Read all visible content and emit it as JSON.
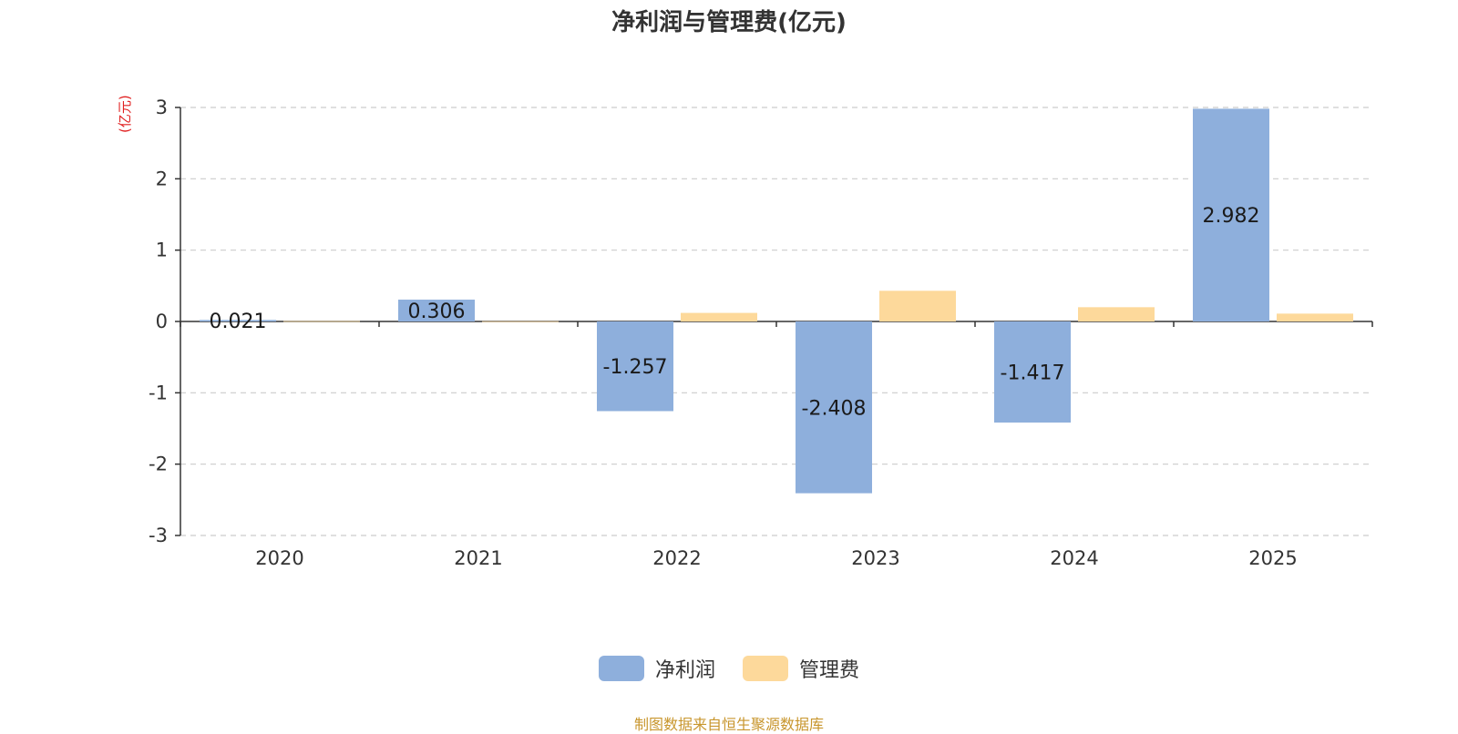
{
  "chart_data": {
    "type": "bar",
    "title": "净利润与管理费(亿元)",
    "ylabel": "(亿元)",
    "categories": [
      "2020",
      "2021",
      "2022",
      "2023",
      "2024",
      "2025"
    ],
    "series": [
      {
        "name": "净利润",
        "color": "#8eafdc",
        "values": [
          0.021,
          0.306,
          -1.257,
          -2.408,
          -1.417,
          2.982
        ],
        "labels": [
          "0.021",
          "0.306",
          "-1.257",
          "-2.408",
          "-1.417",
          "2.982"
        ]
      },
      {
        "name": "管理费",
        "color": "#fdd99b",
        "values": [
          0.005,
          0.003,
          0.12,
          0.43,
          0.2,
          0.11
        ]
      }
    ],
    "ylim": [
      -3,
      3
    ],
    "yticks": [
      3,
      2,
      1,
      0,
      -1,
      -2,
      -3
    ],
    "grid": true,
    "legend_position": "bottom-center"
  },
  "footer": {
    "source": "制图数据来自恒生聚源数据库"
  }
}
